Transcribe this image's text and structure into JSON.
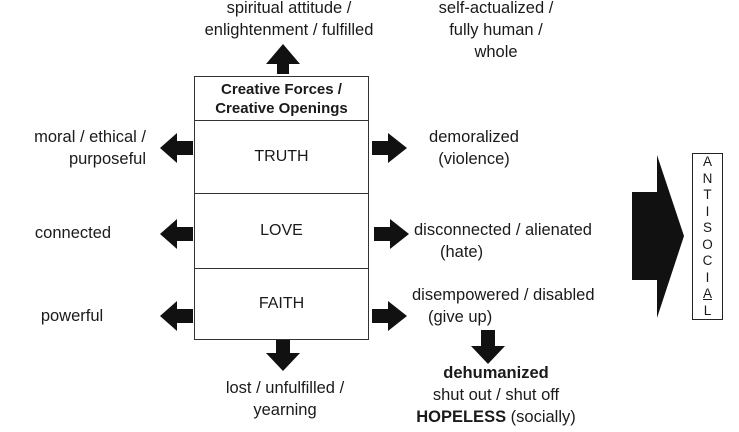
{
  "top_left": [
    "spiritual attitude /",
    "enlightenment / fulfilled"
  ],
  "top_right": [
    "self-actualized /",
    "fully human  /",
    "whole"
  ],
  "header_box": [
    "Creative Forces /",
    "Creative Openings"
  ],
  "boxes": [
    "TRUTH",
    "LOVE",
    "FAITH"
  ],
  "left_labels": {
    "truth": [
      "moral  / ethical /",
      "purposeful"
    ],
    "love": "connected",
    "faith": "powerful"
  },
  "right_labels": {
    "truth": [
      "demoralized",
      "(violence)"
    ],
    "love": [
      "disconnected / alienated",
      "(hate)"
    ],
    "faith": [
      "disempowered / disabled",
      "(give up)"
    ]
  },
  "bottom": [
    "lost / unfulfilled /",
    "yearning"
  ],
  "dehumanized": {
    "title": "dehumanized",
    "line2": "shut out / shut off",
    "hopeless_bold": "HOPELESS",
    "hopeless_rest": " (socially)"
  },
  "antisocial_letters": [
    "A",
    "N",
    "T",
    "I",
    "S",
    "O",
    "C",
    "I",
    "A",
    "L"
  ],
  "arrow_color": "#111111"
}
